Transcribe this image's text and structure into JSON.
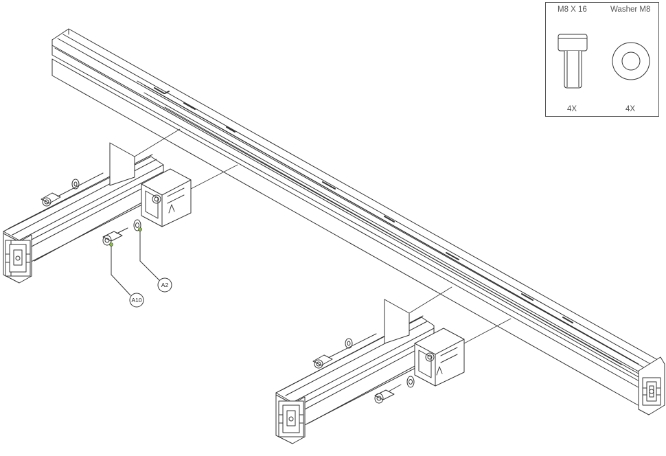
{
  "parts_list": {
    "bolt": {
      "name": "M8 X 16",
      "qty": "4X"
    },
    "washer": {
      "name": "Washer M8",
      "qty": "4X"
    }
  },
  "callouts": {
    "bolt": "A10",
    "washer": "A2"
  },
  "colors": {
    "line": "#333333",
    "callout_dot": "#8bbf3f"
  }
}
